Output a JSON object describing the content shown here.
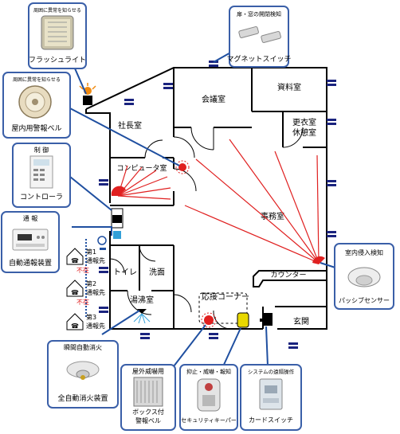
{
  "rooms": {
    "meeting": "会議室",
    "archive": "資料室",
    "president": "社長室",
    "changing_1": "更衣室",
    "changing_2": "休憩室",
    "computer": "コンピュータ室",
    "office": "事務室",
    "toilet": "トイレ",
    "washroom": "洗面",
    "kitchen": "湯沸室",
    "reception": "応接コーナー",
    "counter": "カウンター",
    "entrance": "玄関"
  },
  "devices": {
    "flash_light": {
      "caption": "周囲に異常を知らせる",
      "label": "フラッシュライト"
    },
    "indoor_bell": {
      "caption": "周囲に異常を知らせる",
      "label": "屋内用警報ベル"
    },
    "controller": {
      "caption": "制 御",
      "label": "コントローラ"
    },
    "auto_notify": {
      "caption": "通 報",
      "label": "自動通報装置"
    },
    "fire_ext": {
      "caption": "瞬間自動消火",
      "label": "全自動消火装置"
    },
    "outdoor_bell": {
      "caption": "屋外威嚇用",
      "label_1": "ボックス付",
      "label_2": "警報ベル"
    },
    "keeper": {
      "caption": "抑止・威嚇・報知",
      "label": "セキュリティキーパー"
    },
    "card_switch": {
      "caption": "システムの遠隔操作",
      "label": "カードスイッチ"
    },
    "magnet_switch": {
      "caption": "扉・窓の開閉検知",
      "label": "マグネットスイッチ"
    },
    "passive_sensor": {
      "caption": "室内侵入検知",
      "label": "パッシブセンサー"
    }
  },
  "contacts": [
    {
      "line1": "第1",
      "line2": "通報先",
      "status": "不在"
    },
    {
      "line1": "第2",
      "line2": "通報先",
      "status": "不在"
    },
    {
      "line1": "第3",
      "line2": "通報先",
      "status": ""
    }
  ],
  "colors": {
    "callout_border": "#3a5fa8",
    "leader_line": "#1f4fa0",
    "ray": "#e02020",
    "status_text": "#e02020",
    "window_marker": "#1a237e"
  }
}
